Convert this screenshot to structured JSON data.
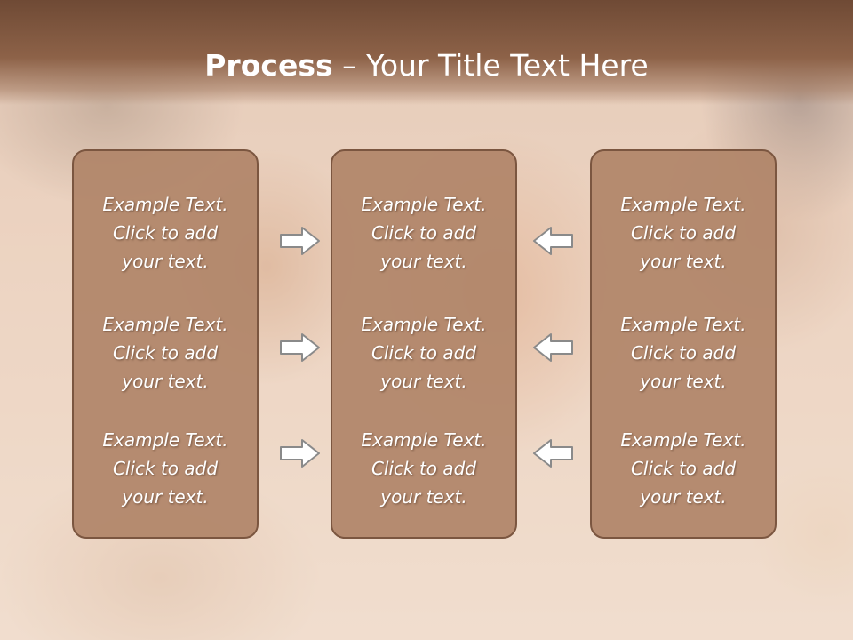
{
  "slide": {
    "title_bold": "Process",
    "title_rest": " – Your Title Text Here"
  },
  "columns": [
    {
      "blocks": [
        [
          "Example Text.",
          "Click  to add",
          "your text."
        ],
        [
          "Example Text.",
          "Click  to add",
          "your text."
        ],
        [
          "Example Text.",
          "Click  to add",
          "your text."
        ]
      ]
    },
    {
      "blocks": [
        [
          "Example Text.",
          "Click  to add",
          "your text."
        ],
        [
          "Example Text.",
          "Click  to add",
          "your text."
        ],
        [
          "Example Text.",
          "Click  to add",
          "your text."
        ]
      ]
    },
    {
      "blocks": [
        [
          "Example Text.",
          "Click  to add",
          "your text."
        ],
        [
          "Example Text.",
          "Click  to add",
          "your text."
        ],
        [
          "Example Text.",
          "Click  to add",
          "your text."
        ]
      ]
    }
  ],
  "arrows": {
    "left_side": "right-arrow-icon",
    "right_side": "left-arrow-icon"
  },
  "colors": {
    "title_bar": "#8d6248",
    "panel_fill": "#b08468",
    "panel_border": "#7b5640",
    "text": "#ffffff"
  }
}
